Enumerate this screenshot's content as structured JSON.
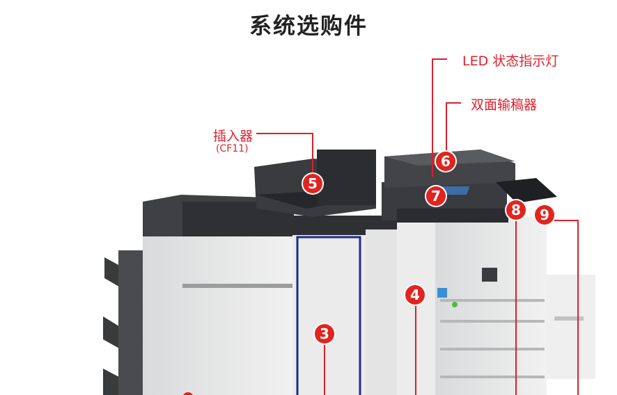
{
  "title": "系统选购件",
  "labels": {
    "led": "LED 状态指示灯",
    "duplex_feeder": "双面输稿器",
    "inserter": "插入器",
    "inserter_model": "(CF11)"
  },
  "badges": [
    "3",
    "4",
    "5",
    "6",
    "7",
    "8",
    "9"
  ],
  "colors": {
    "accent": "#e2241f",
    "highlight_box": "#1e2a8c"
  }
}
